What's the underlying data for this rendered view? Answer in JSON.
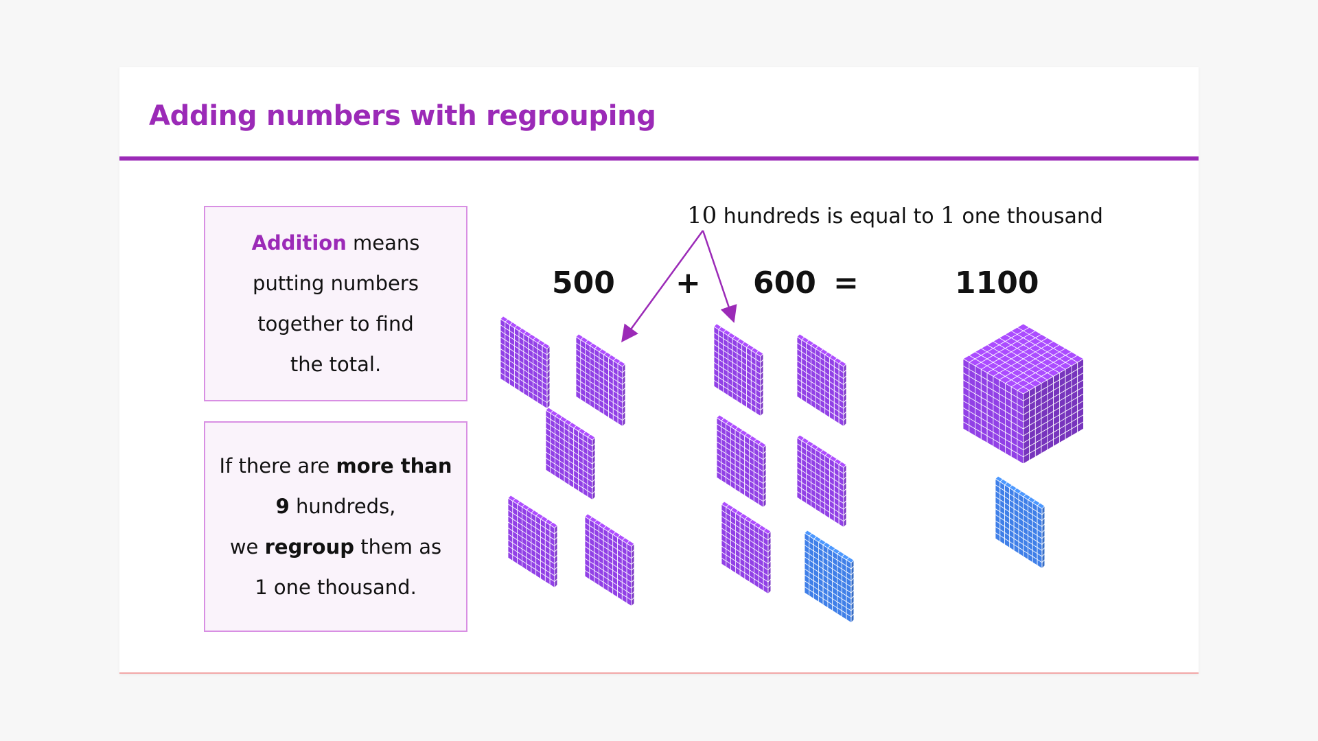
{
  "title": "Adding numbers with regrouping",
  "box1": {
    "l1_kw": "Addition",
    "l1_rest": " means",
    "l2": "putting numbers",
    "l3": "together to find",
    "l4": "the total."
  },
  "box2": {
    "l1_pre": "If there are ",
    "l1_bold": "more than",
    "l2_bold": "9",
    "l2_rest": " hundreds,",
    "l3_pre": "we ",
    "l3_bold": "regroup",
    "l3_rest": " them as",
    "l4": "1 one thousand."
  },
  "note": {
    "num1": "10",
    "mid": " hundreds is equal to ",
    "num2": "1",
    "end": " one thousand"
  },
  "equation": {
    "a": "500",
    "plus": "+",
    "b": "600",
    "equals": "=",
    "result": "1100"
  },
  "colors": {
    "title": "#9b2ab7",
    "hundred_flat": "#9140e6",
    "thousand_cube": "#9140e6",
    "regrouped_flat": "#3f7fe8",
    "arrow": "#9b2ab7",
    "box_border": "#d88fe3",
    "box_fill": "#faf3fb"
  },
  "blocks": {
    "addend_a_flats": 5,
    "addend_b_flats": 6,
    "result_cubes": 1,
    "result_flats": 1
  }
}
